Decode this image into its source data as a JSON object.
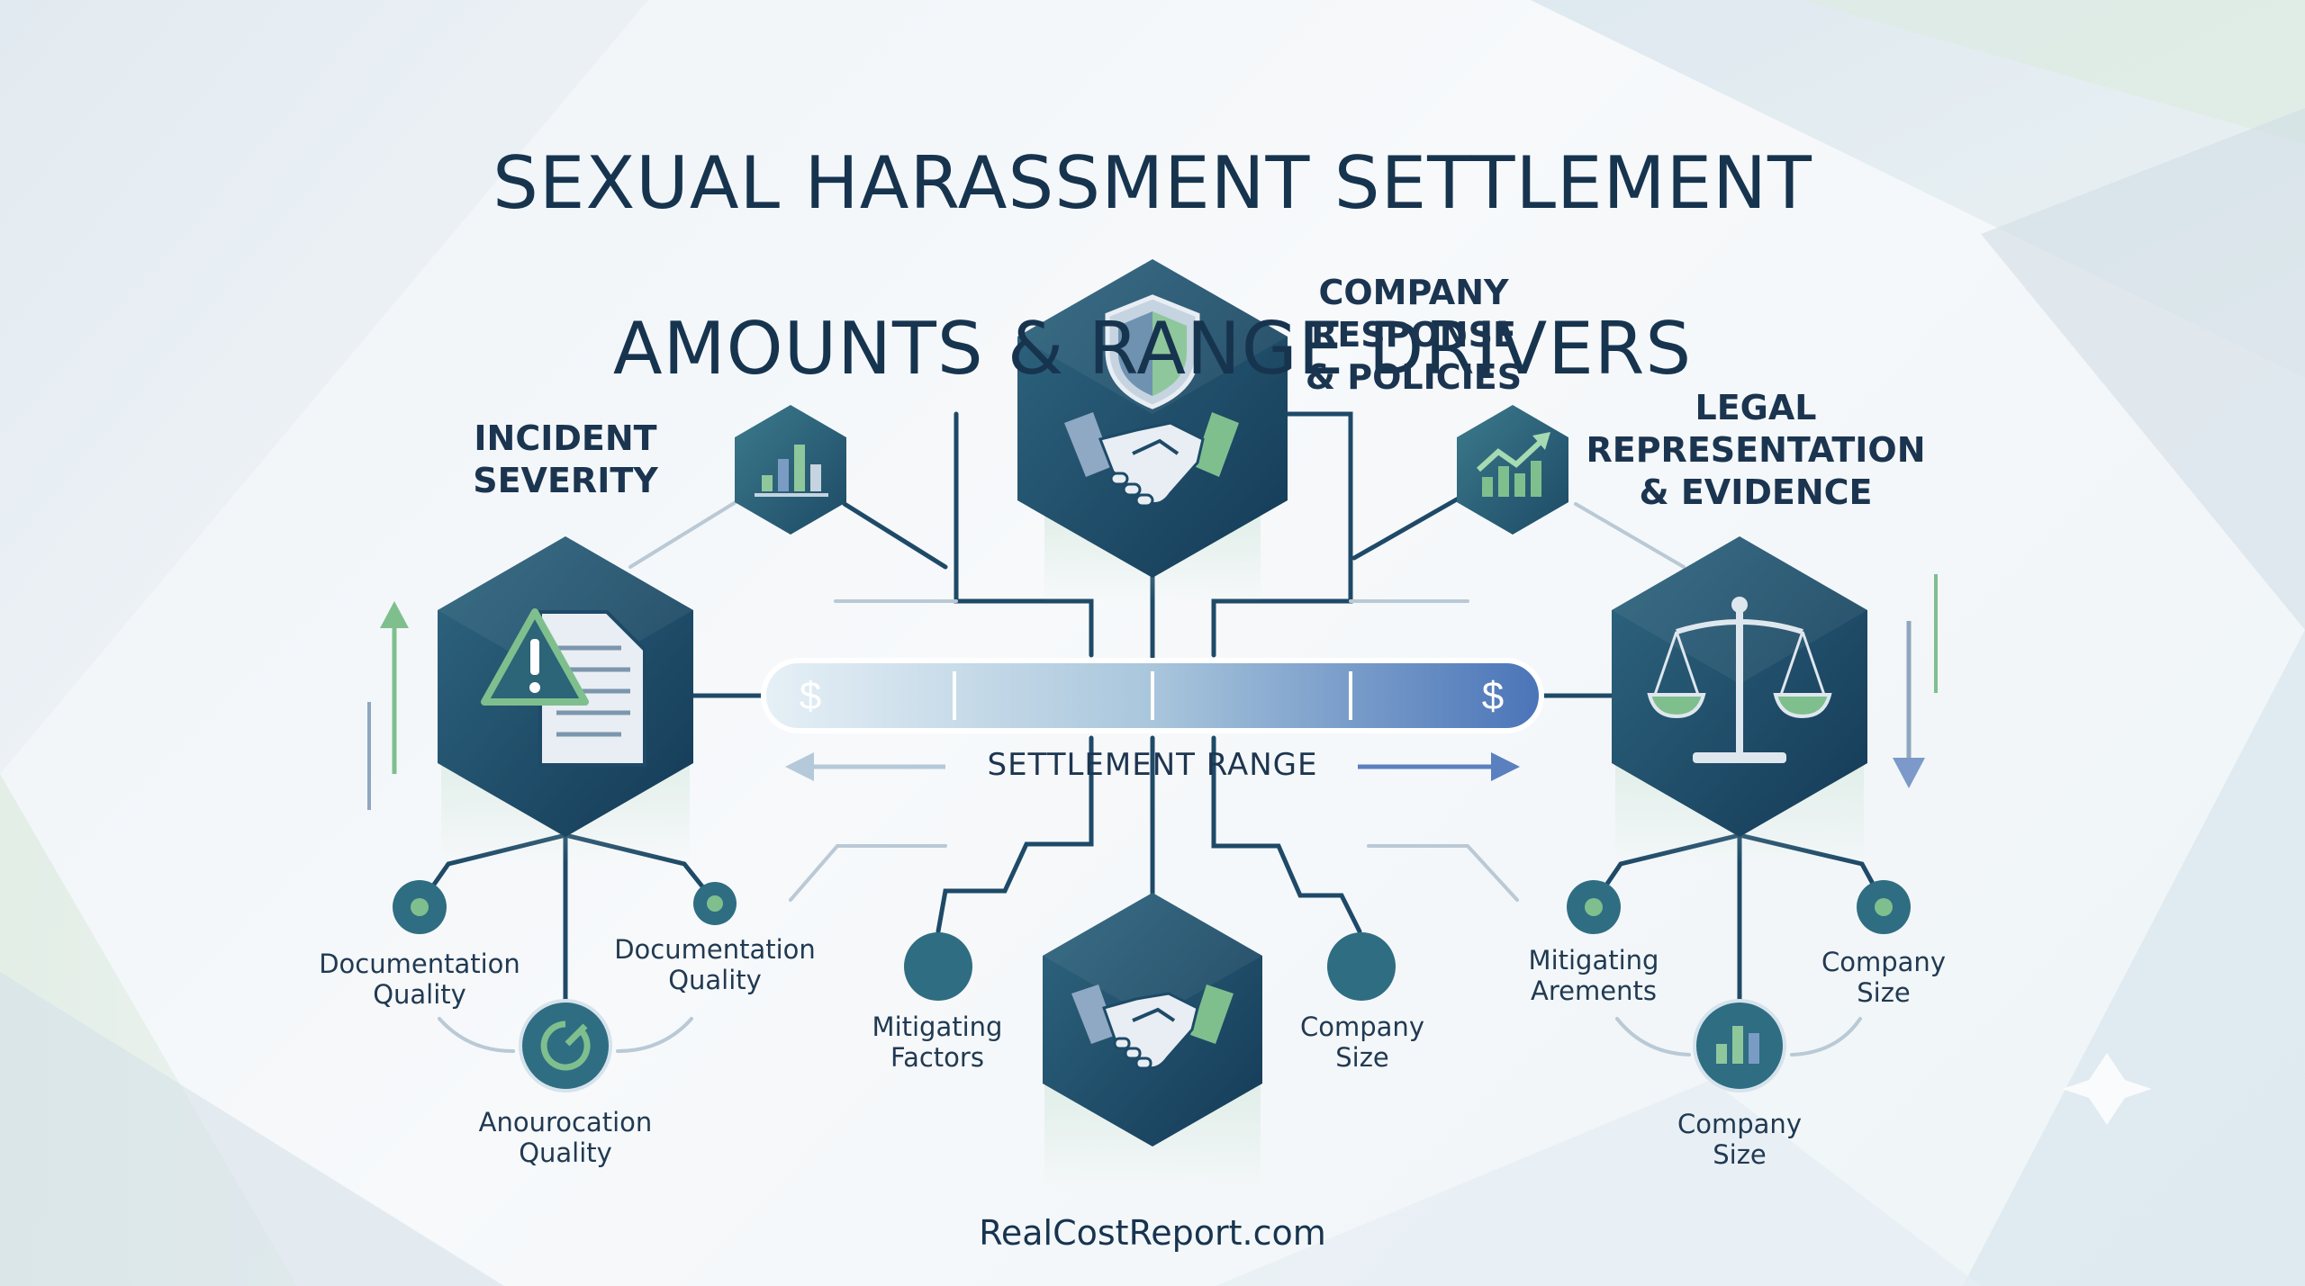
{
  "title": {
    "line1": "SEXUAL HARASSMENT SETTLEMENT",
    "line2": "AMOUNTS & RANGE DRIVERS"
  },
  "hubs": {
    "incident": "INCIDENT\nSEVERITY",
    "company": "COMPANY\nRESPONSE\n& POLICIES",
    "legal": "LEGAL\nREPRESENTATION\n& EVIDENCE"
  },
  "range": {
    "label": "SETTLEMENT RANGE",
    "low_symbol": "$",
    "high_symbol": "$"
  },
  "left_nodes": {
    "left": "Documentation\nQuality",
    "right": "Documentation\nQuality",
    "bottom": "Anourocation\nQuality"
  },
  "center_nodes": {
    "left": "Mitigating\nFactors",
    "right": "Company\nSize"
  },
  "right_nodes": {
    "left": "Mitigating\nArements",
    "right": "Company\nSize",
    "bottom": "Company\nSize"
  },
  "footer": "RealCostReport.com",
  "colors": {
    "navy": "#1e4a68",
    "teal": "#2f6d82",
    "green": "#7fbf8e",
    "blue": "#4673b8",
    "title": "#17344f"
  },
  "icons": {
    "incident": "warning-document-icon",
    "company_top": "shield-icon",
    "company_main": "handshake-icon",
    "legal": "scales-icon",
    "center_bottom": "handshake-icon",
    "small_left": "bar-chart-icon",
    "small_right": "trend-chart-icon"
  }
}
